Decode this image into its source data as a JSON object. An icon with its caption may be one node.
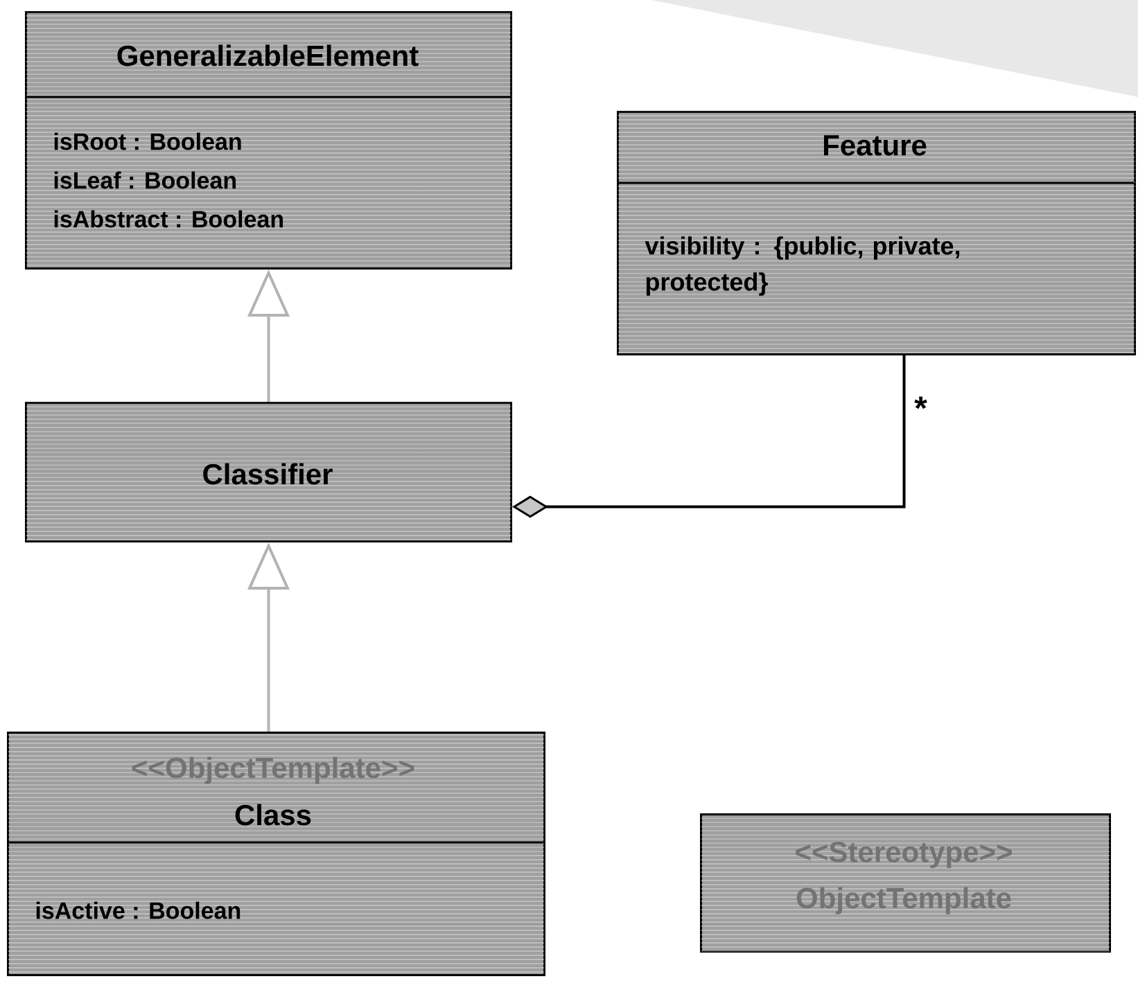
{
  "diagram": {
    "nodes": [
      {
        "text": [
          "GeneralizableElement",
          "isRoot : Boolean",
          "isLeaf : Boolean",
          "isAbstract : Boolean"
        ]
      },
      {
        "text": [
          "Feature",
          "visibility : {public, private, protected}"
        ]
      },
      {
        "text": [
          "Classifier"
        ]
      },
      {
        "text": [
          "<<ObjectTemplate>>",
          "Class",
          "isActive : Boolean"
        ]
      },
      {
        "text": [
          "<<Stereotype>>",
          "ObjectTemplate"
        ]
      }
    ],
    "edges": [
      {
        "from": 2,
        "to": 0,
        "arrow": "to",
        "color": "#b3b3b3"
      },
      {
        "from": 3,
        "to": 2,
        "arrow": "to",
        "color": "#b3b3b3"
      },
      {
        "from": 2,
        "to": 1,
        "arrow": "other",
        "label": "*",
        "color": "#000000"
      }
    ]
  }
}
